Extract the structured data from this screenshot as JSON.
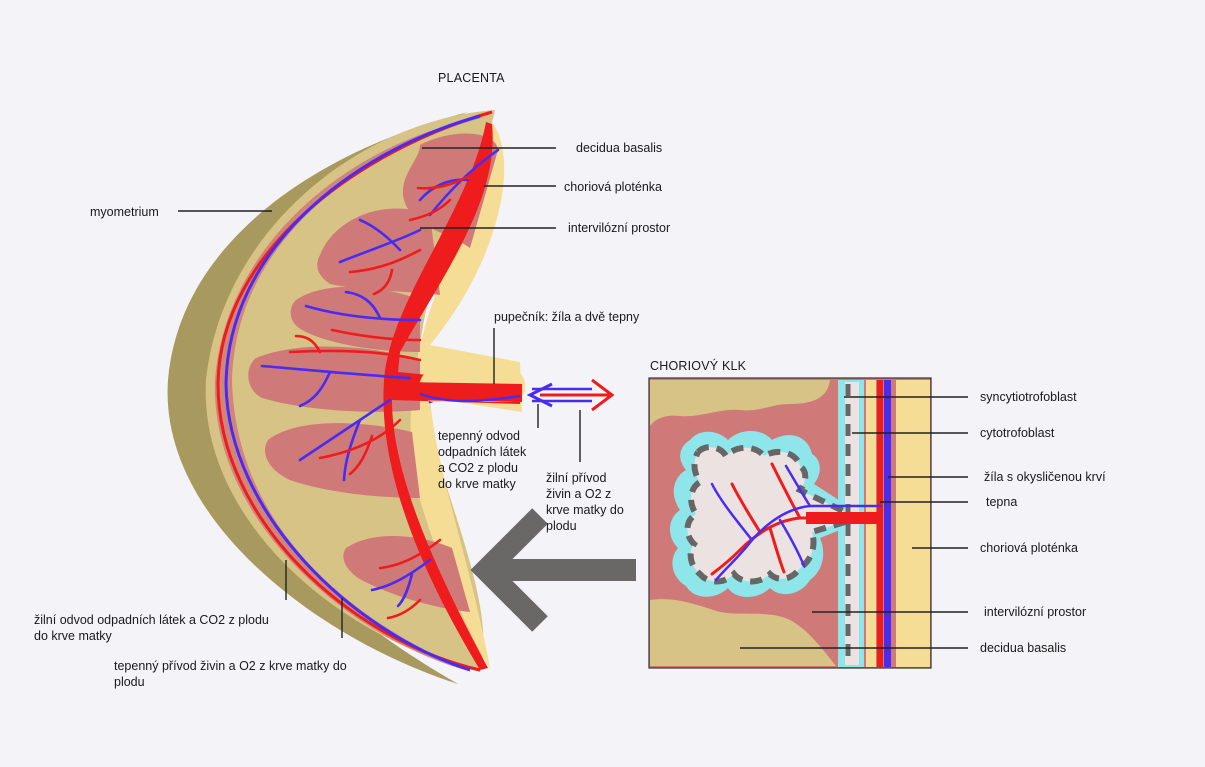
{
  "titles": {
    "placenta": "PLACENTA",
    "villus": "CHORIOVÝ KLK"
  },
  "placenta_labels": {
    "decidua_basalis": "decidua basalis",
    "chorionic_plate": "choriová ploténka",
    "intervillous_space": "intervilózní prostor",
    "myometrium": "myometrium",
    "umbilical_cord": "pupečník: žíla a dvě tepny",
    "arterial_outflow": "tepenný odvod\nodpadních látek\na CO2 z plodu\ndo krve matky",
    "venous_inflow": "žilní přívod\nživin a O2 z\nkrve matky do\nplodu",
    "venous_drainage": "žilní odvod odpadních látek a CO2 z plodu\ndo krve matky",
    "arterial_supply": "tepenný přívod živin a O2 z krve matky do\nplodu"
  },
  "villus_labels": {
    "syncytiotrophoblast": "syncytiotrofoblast",
    "cytotrophoblast": "cytotrofoblast",
    "oxygenated_vein": "žíla s okysličenou krví",
    "artery": "tepna",
    "chorionic_plate": "choriová ploténka",
    "intervillous_space": "intervilózní prostor",
    "decidua_basalis": "decidua basalis"
  },
  "colors": {
    "background": "#f3f3f8",
    "myometrium": "#a89a5e",
    "decidua": "#d7c386",
    "tissue": "#cf7a78",
    "chorionic_plate": "#f6dd96",
    "artery": "#ee1c1c",
    "vein": "#4a2cf0",
    "syncytio": "#8ee6ea",
    "cyto": "#666666",
    "villus_core": "#ece2e2",
    "arrow": "#6a6866"
  }
}
